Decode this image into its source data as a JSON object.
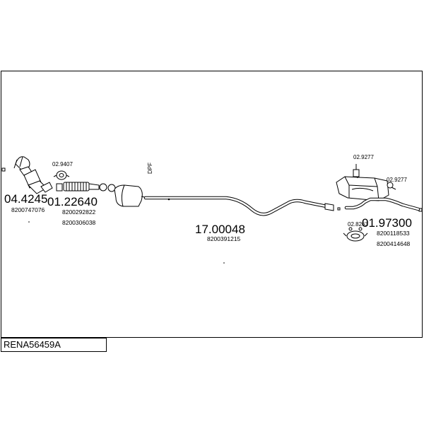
{
  "diagram": {
    "code": "RENA56459A",
    "dpf_label": "DPF",
    "parts": [
      {
        "id": "catalyst",
        "number": "04.4245",
        "oem": [
          "8200747076"
        ]
      },
      {
        "id": "flex-pipe",
        "number": "01.22640",
        "oem": [
          "8200292822",
          "8200306038"
        ]
      },
      {
        "id": "gasket-front",
        "number": "02.9407",
        "oem": []
      },
      {
        "id": "middle-pipe",
        "number": "17.00048",
        "oem": [
          "8200391215"
        ]
      },
      {
        "id": "rear-silencer",
        "number": "01.97300",
        "oem": [
          "8200118533",
          "8200414648"
        ]
      },
      {
        "id": "rubber-mount-a",
        "number": "02.9277",
        "oem": []
      },
      {
        "id": "rubber-mount-b",
        "number": "02.9277",
        "oem": []
      },
      {
        "id": "clamp-rear",
        "number": "02.8263",
        "oem": []
      }
    ]
  }
}
